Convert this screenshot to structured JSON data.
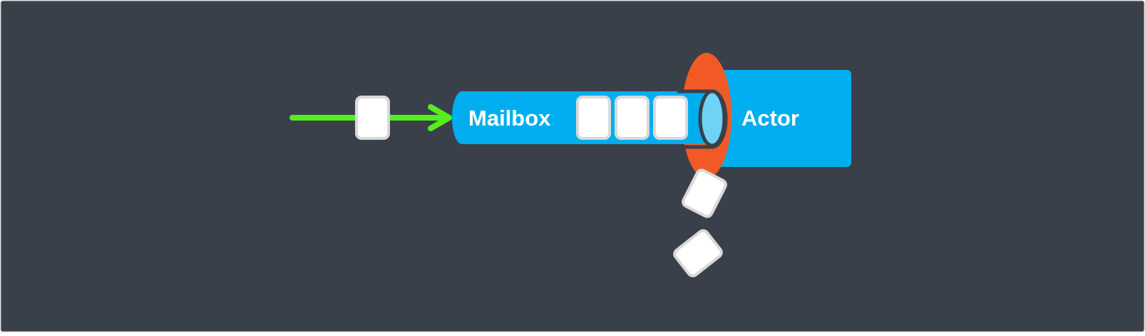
{
  "diagram": {
    "colors": {
      "background": "#394049",
      "incoming_arrow": "#55ee1e",
      "mailbox": "#00aeef",
      "actor": "#00aeef",
      "boundary": "#f15a24",
      "tube_opening": "#6fd3f7",
      "message_fill": "#ffffff",
      "message_border": "#d9d9d9",
      "label_text": "#ffffff"
    },
    "mailbox": {
      "label": "Mailbox",
      "queued_message_count": 3
    },
    "actor": {
      "label": "Actor"
    },
    "incoming_message": {
      "icon": "message-envelope"
    },
    "discarded_messages": {
      "count": 2,
      "icon": "message-envelope"
    }
  }
}
